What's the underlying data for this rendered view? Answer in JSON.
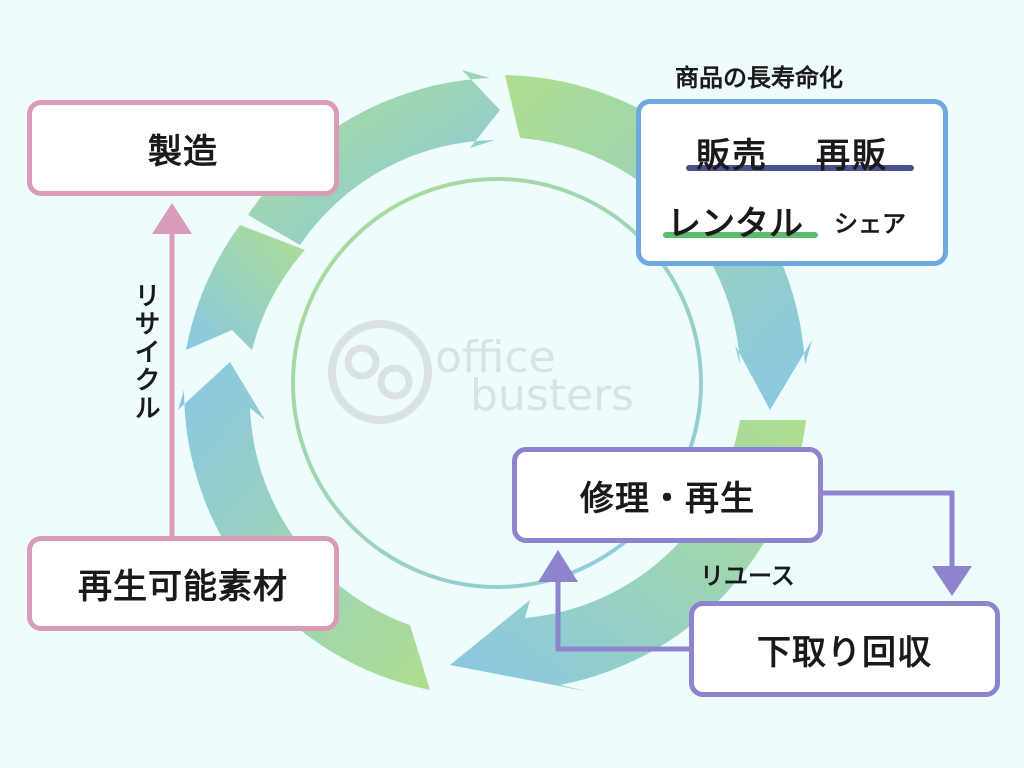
{
  "boxes": {
    "manufacturing": "製造",
    "recyclable_material": "再生可能素材",
    "repair_regeneration": "修理・再生",
    "take_back": "下取り回収"
  },
  "longlife": {
    "label": "商品の長寿命化",
    "sales": "販売",
    "resale": "再販",
    "rental": "レンタル",
    "share": "シェア"
  },
  "labels": {
    "recycle": "リサイクル",
    "reuse": "リユース"
  },
  "logo": {
    "line1": "office",
    "line2": "busters"
  },
  "colors": {
    "background": "#eefcfd",
    "pink": "#d99bb8",
    "purple": "#8e83cd",
    "blue": "#6ea9dd",
    "cycle_green": "#a9dc86",
    "cycle_blue": "#82c3e2"
  }
}
